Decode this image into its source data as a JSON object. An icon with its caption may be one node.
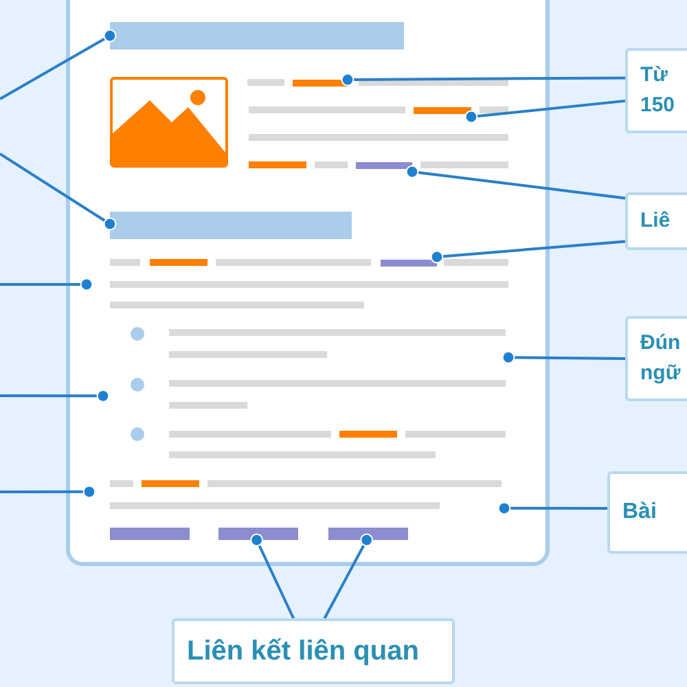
{
  "diagram": {
    "nodes": [
      {
        "text": [],
        "shape": "box"
      },
      {
        "text": [],
        "shape": "bar",
        "in": 0
      },
      {
        "text": [],
        "shape": "bar",
        "in": 0
      },
      {
        "text": [],
        "shape": "bar",
        "in": 0
      },
      {
        "text": [],
        "shape": "bar",
        "in": 0
      },
      {
        "text": [],
        "shape": "bar",
        "in": 0
      },
      {
        "text": [],
        "shape": "box",
        "in": 0
      },
      {
        "text": [],
        "shape": "bar",
        "in": 6
      },
      {
        "text": [],
        "shape": "box",
        "in": 0
      },
      {
        "text": [],
        "shape": "box",
        "in": 0
      },
      {
        "text": [],
        "shape": "bar",
        "in": 0
      },
      {
        "text": [],
        "shape": "bar",
        "in": 0
      },
      {
        "text": [],
        "shape": "bar",
        "in": 0
      },
      {
        "text": [
          "Từ 150"
        ]
      },
      {
        "text": [
          "Liê"
        ]
      },
      {
        "text": [
          "Đún ngữ"
        ]
      },
      {
        "text": [
          "Bài"
        ]
      },
      {
        "text": [
          "Liên kết liên quan"
        ]
      }
    ],
    "edges": [
      {
        "from": null,
        "to": 1,
        "arrow": "other"
      },
      {
        "from": null,
        "to": 5,
        "arrow": "other"
      },
      {
        "from": null,
        "to": 6,
        "arrow": "other"
      },
      {
        "from": null,
        "to": 8,
        "arrow": "other"
      },
      {
        "from": null,
        "to": 9,
        "arrow": "other"
      },
      {
        "from": 13,
        "to": 2,
        "arrow": "other"
      },
      {
        "from": 13,
        "to": 3,
        "arrow": "other"
      },
      {
        "from": 14,
        "to": 4,
        "arrow": "other"
      },
      {
        "from": 14,
        "to": 7,
        "arrow": "other"
      },
      {
        "from": 15,
        "to": 8,
        "arrow": "other"
      },
      {
        "from": 16,
        "to": 9,
        "arrow": "other"
      },
      {
        "from": 17,
        "to": 11,
        "arrow": "other"
      },
      {
        "from": 17,
        "to": 12,
        "arrow": "other"
      }
    ]
  }
}
